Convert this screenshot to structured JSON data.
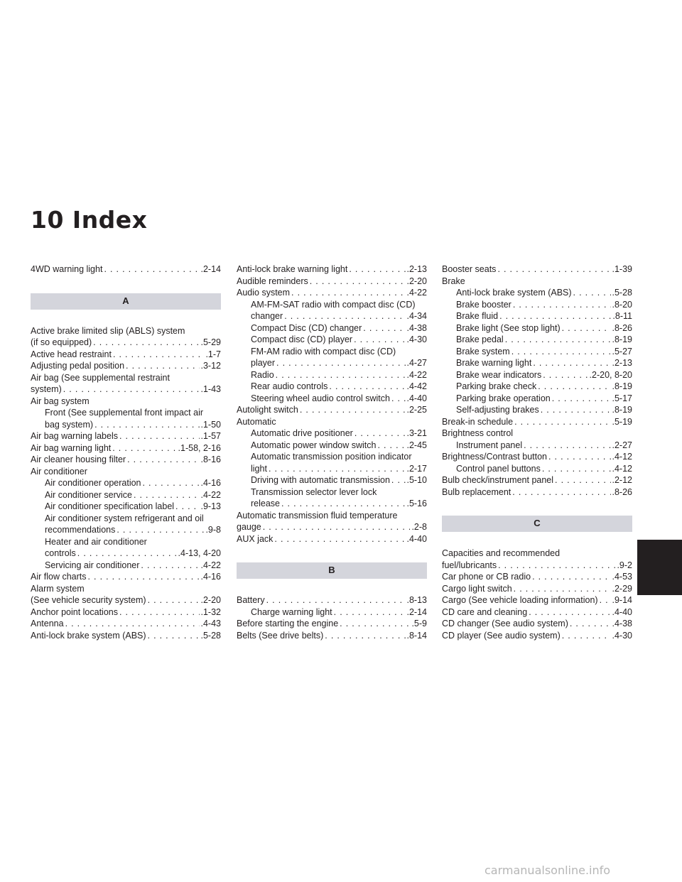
{
  "page_title": "10 Index",
  "columns": [
    {
      "blocks": [
        {
          "type": "entries",
          "lines": [
            {
              "text": "4WD warning light",
              "page": ".2-14"
            }
          ]
        },
        {
          "type": "section",
          "letter": "A"
        },
        {
          "type": "entries",
          "lines": [
            {
              "text": "Active brake limited slip (ABLS) system"
            },
            {
              "text": "(if so equipped)",
              "page": ".5-29"
            },
            {
              "text": "Active head restraint",
              "page": ".1-7"
            },
            {
              "text": "Adjusting pedal position",
              "page": ".3-12"
            },
            {
              "text": "Air bag (See supplemental restraint"
            },
            {
              "text": "system)",
              "page": ".1-43"
            },
            {
              "text": "Air bag system"
            },
            {
              "text": "Front (See supplemental front impact air",
              "indent": true
            },
            {
              "text": "bag system)",
              "page": ".1-50",
              "indent": true
            },
            {
              "text": "Air bag warning labels",
              "page": ".1-57"
            },
            {
              "text": "Air bag warning light",
              "page": ".1-58, 2-16"
            },
            {
              "text": "Air cleaner housing filter",
              "page": ".8-16"
            },
            {
              "text": "Air conditioner"
            },
            {
              "text": "Air conditioner operation",
              "page": ".4-16",
              "indent": true
            },
            {
              "text": "Air conditioner service",
              "page": ".4-22",
              "indent": true
            },
            {
              "text": "Air conditioner specification label",
              "page": ".9-13",
              "indent": true
            },
            {
              "text": "Air conditioner system refrigerant and oil",
              "indent": true
            },
            {
              "text": "recommendations",
              "page": ".9-8",
              "indent": true
            },
            {
              "text": "Heater and air conditioner",
              "indent": true
            },
            {
              "text": "controls",
              "page": ".4-13, 4-20",
              "indent": true
            },
            {
              "text": "Servicing air conditioner",
              "page": ".4-22",
              "indent": true
            },
            {
              "text": "Air flow charts",
              "page": ".4-16"
            },
            {
              "text": "Alarm system"
            },
            {
              "text": "(See vehicle security system)",
              "page": ".2-20"
            },
            {
              "text": "Anchor point locations",
              "page": ".1-32"
            },
            {
              "text": "Antenna",
              "page": ".4-43"
            },
            {
              "text": "Anti-lock brake system (ABS)",
              "page": ".5-28"
            }
          ]
        }
      ]
    },
    {
      "blocks": [
        {
          "type": "entries",
          "lines": [
            {
              "text": "Anti-lock brake warning light",
              "page": ".2-13"
            },
            {
              "text": "Audible reminders",
              "page": ".2-20"
            },
            {
              "text": "Audio system",
              "page": ".4-22"
            },
            {
              "text": "AM-FM-SAT radio with compact disc (CD)",
              "indent": true
            },
            {
              "text": "changer",
              "page": ".4-34",
              "indent": true
            },
            {
              "text": "Compact Disc (CD) changer",
              "page": ".4-38",
              "indent": true
            },
            {
              "text": "Compact disc (CD) player",
              "page": ".4-30",
              "indent": true
            },
            {
              "text": "FM-AM radio with compact disc (CD)",
              "indent": true
            },
            {
              "text": "player",
              "page": ".4-27",
              "indent": true
            },
            {
              "text": "Radio",
              "page": ".4-22",
              "indent": true
            },
            {
              "text": "Rear audio controls",
              "page": ".4-42",
              "indent": true
            },
            {
              "text": "Steering wheel audio control switch",
              "page": ".4-40",
              "indent": true
            },
            {
              "text": "Autolight switch",
              "page": ".2-25"
            },
            {
              "text": "Automatic"
            },
            {
              "text": "Automatic drive positioner",
              "page": ".3-21",
              "indent": true
            },
            {
              "text": "Automatic power window switch",
              "page": ".2-45",
              "indent": true
            },
            {
              "text": "Automatic transmission position indicator",
              "indent": true
            },
            {
              "text": "light",
              "page": ".2-17",
              "indent": true
            },
            {
              "text": "Driving with automatic transmission",
              "page": ".5-10",
              "indent": true
            },
            {
              "text": "Transmission selector lever lock",
              "indent": true
            },
            {
              "text": "release",
              "page": ".5-16",
              "indent": true
            },
            {
              "text": "Automatic transmission fluid temperature"
            },
            {
              "text": "gauge",
              "page": ".2-8"
            },
            {
              "text": "AUX jack",
              "page": ".4-40"
            }
          ]
        },
        {
          "type": "section",
          "letter": "B"
        },
        {
          "type": "entries",
          "lines": [
            {
              "text": "Battery",
              "page": ".8-13"
            },
            {
              "text": "Charge warning light",
              "page": ".2-14",
              "indent": true
            },
            {
              "text": "Before starting the engine",
              "page": ".5-9"
            },
            {
              "text": "Belts (See drive belts)",
              "page": ".8-14"
            }
          ]
        }
      ]
    },
    {
      "blocks": [
        {
          "type": "entries",
          "lines": [
            {
              "text": "Booster seats",
              "page": ".1-39"
            },
            {
              "text": "Brake"
            },
            {
              "text": "Anti-lock brake system (ABS)",
              "page": ".5-28",
              "indent": true
            },
            {
              "text": "Brake booster",
              "page": ".8-20",
              "indent": true
            },
            {
              "text": "Brake fluid",
              "page": ".8-11",
              "indent": true
            },
            {
              "text": "Brake light (See stop light)",
              "page": ".8-26",
              "indent": true
            },
            {
              "text": "Brake pedal",
              "page": ".8-19",
              "indent": true
            },
            {
              "text": "Brake system",
              "page": ".5-27",
              "indent": true
            },
            {
              "text": "Brake warning light",
              "page": ".2-13",
              "indent": true
            },
            {
              "text": "Brake wear indicators",
              "page": ".2-20, 8-20",
              "indent": true
            },
            {
              "text": "Parking brake check",
              "page": ".8-19",
              "indent": true
            },
            {
              "text": "Parking brake operation",
              "page": ".5-17",
              "indent": true
            },
            {
              "text": "Self-adjusting brakes",
              "page": ".8-19",
              "indent": true
            },
            {
              "text": "Break-in schedule",
              "page": ".5-19"
            },
            {
              "text": "Brightness control"
            },
            {
              "text": "Instrument panel",
              "page": ".2-27",
              "indent": true
            },
            {
              "text": "Brightness/Contrast button",
              "page": ".4-12"
            },
            {
              "text": "Control panel buttons",
              "page": ".4-12",
              "indent": true
            },
            {
              "text": "Bulb check/instrument panel",
              "page": ".2-12"
            },
            {
              "text": "Bulb replacement",
              "page": ".8-26"
            }
          ]
        },
        {
          "type": "section",
          "letter": "C"
        },
        {
          "type": "entries",
          "lines": [
            {
              "text": "Capacities and recommended"
            },
            {
              "text": "fuel/lubricants",
              "page": ".9-2"
            },
            {
              "text": "Car phone or CB radio",
              "page": ".4-53"
            },
            {
              "text": "Cargo light switch",
              "page": ".2-29"
            },
            {
              "text": "Cargo (See vehicle loading information)",
              "page": ".9-14"
            },
            {
              "text": "CD care and cleaning",
              "page": ".4-40"
            },
            {
              "text": "CD changer (See audio system)",
              "page": ".4-38"
            },
            {
              "text": "CD player (See audio system)",
              "page": ".4-30"
            }
          ]
        }
      ]
    }
  ],
  "watermark": "carmanualsonline.info",
  "colors": {
    "text": "#231f20",
    "band": "#d4d5dc",
    "tab": "#231f20",
    "watermark": "#b6b6b6"
  }
}
